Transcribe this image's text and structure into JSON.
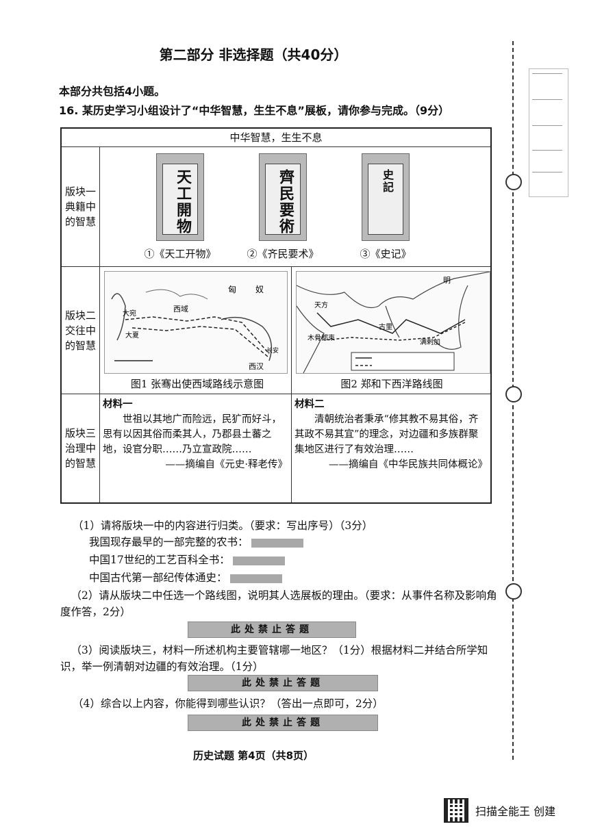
{
  "page": {
    "title": "第二部分  非选择题（共40分）",
    "intro": "本部分共包括4小题。",
    "question": "16. 某历史学习小组设计了“中华智慧，生生不息”展板，请你参与完成。（9分）",
    "footer": "历史试题   第4页（共8页）"
  },
  "board": {
    "title": "中华智慧，生生不息",
    "sections": [
      {
        "label": "版块一典籍中的智慧"
      },
      {
        "label": "版块二交往中的智慧"
      },
      {
        "label": "版块三治理中的智慧"
      }
    ],
    "books": [
      {
        "label": "①《天工开物》",
        "cover_text": "天工開物"
      },
      {
        "label": "②《齐民要术》",
        "cover_text": "齊民要術"
      },
      {
        "label": "③《史记》",
        "cover_text": "史記"
      }
    ],
    "maps": [
      {
        "caption": "图1 张骞出使西域路线示意图",
        "place_labels": [
          "匈",
          "奴",
          "西域",
          "大宛",
          "大夏",
          "西汉",
          "长安"
        ]
      },
      {
        "caption": "图2 郑和下西洋路线图",
        "place_labels": [
          "明",
          "天方",
          "古里",
          "木骨都束",
          "满剌加"
        ]
      }
    ],
    "materials": [
      {
        "heading": "材料一",
        "text": "世祖以其地广而险远，民犷而好斗，思有以因其俗而柔其人，乃郡县土蕃之地，设官分职……乃立宣政院……",
        "source": "——摘编自《元史·释老传》"
      },
      {
        "heading": "材料二",
        "text": "清朝统治者秉承“修其教不易其俗，齐其政不易其宜”的理念，对边疆和多族群聚集地区进行了有效治理……",
        "source": "——摘编自《中华民族共同体概论》"
      }
    ]
  },
  "subquestions": {
    "q1": "（1）请将版块一中的内容进行归类。（要求：写出序号）（3分）",
    "q1a": "我国现存最早的一部完整的农书：",
    "q1b": "中国17世纪的工艺百科全书：",
    "q1c": "中国古代第一部纪传体通史：",
    "q2": "（2）请从版块二中任选一个路线图，说明其人选展板的理由。（要求：从事件名称及影响角度作答，2分）",
    "q3": "（3）阅读版块三，材料一所述机构主要管辖哪一地区？（1分）根据材料二并结合所学知识，举一例清朝对边疆的有效治理。（1分）",
    "q4": "（4）综合以上内容，你能得到哪些认识？（答出一点即可，2分）",
    "forbid": "此处禁止答题"
  },
  "watermark": {
    "text": "扫描全能王 创建"
  }
}
